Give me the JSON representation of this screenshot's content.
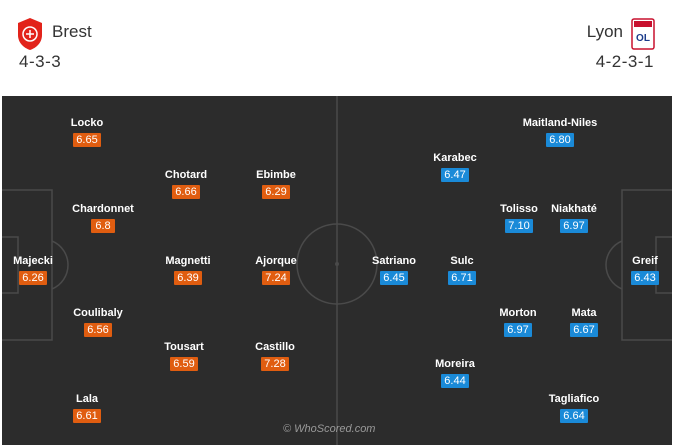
{
  "home": {
    "name": "Brest",
    "formation": "4-3-3",
    "players": [
      {
        "name": "Majecki",
        "rating": "6.26"
      },
      {
        "name": "Locko",
        "rating": "6.65"
      },
      {
        "name": "Chardonnet",
        "rating": "6.8"
      },
      {
        "name": "Coulibaly",
        "rating": "6.56"
      },
      {
        "name": "Lala",
        "rating": "6.61"
      },
      {
        "name": "Chotard",
        "rating": "6.66"
      },
      {
        "name": "Magnetti",
        "rating": "6.39"
      },
      {
        "name": "Tousart",
        "rating": "6.59"
      },
      {
        "name": "Ebimbe",
        "rating": "6.29"
      },
      {
        "name": "Ajorque",
        "rating": "7.24"
      },
      {
        "name": "Castillo",
        "rating": "7.28"
      }
    ]
  },
  "away": {
    "name": "Lyon",
    "formation": "4-2-3-1",
    "players": [
      {
        "name": "Greif",
        "rating": "6.43"
      },
      {
        "name": "Maitland-Niles",
        "rating": "6.80"
      },
      {
        "name": "Niakhaté",
        "rating": "6.97"
      },
      {
        "name": "Mata",
        "rating": "6.67"
      },
      {
        "name": "Tagliafico",
        "rating": "6.64"
      },
      {
        "name": "Tolisso",
        "rating": "7.10"
      },
      {
        "name": "Morton",
        "rating": "6.97"
      },
      {
        "name": "Karabec",
        "rating": "6.47"
      },
      {
        "name": "Sulc",
        "rating": "6.71"
      },
      {
        "name": "Moreira",
        "rating": "6.44"
      },
      {
        "name": "Satriano",
        "rating": "6.45"
      }
    ]
  },
  "colors": {
    "home_rating": "#e05d10",
    "away_rating": "#1a8ad8",
    "pitch": "#2c2c2c"
  },
  "watermark": "© WhoScored.com"
}
